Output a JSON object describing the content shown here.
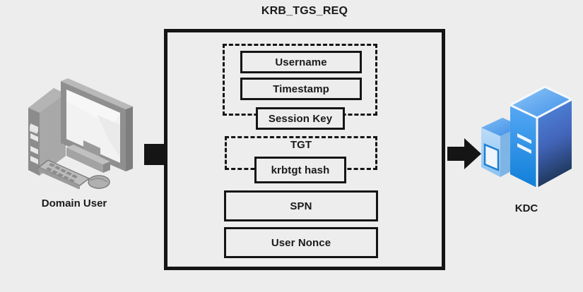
{
  "diagram": {
    "title": "KRB_TGS_REQ",
    "background_color": "#ededed",
    "line_color": "#151515"
  },
  "endpoints": {
    "left": {
      "label": "Domain User",
      "icon": "desktop-computer-icon"
    },
    "right": {
      "label": "KDC",
      "icon": "server-tower-icon",
      "accent_color": "#2f86e8"
    }
  },
  "connectors": {
    "left_stub": "connector-stub",
    "right_arrow": "arrow-right-icon"
  },
  "packet": {
    "groups": [
      {
        "name": "authenticator",
        "label": "",
        "style": "dashed",
        "fields": [
          "Username",
          "Timestamp"
        ]
      },
      {
        "name": "tgt",
        "label": "TGT",
        "style": "dashed",
        "fields": [
          "krbtgt hash"
        ]
      }
    ],
    "fields": {
      "username": "Username",
      "timestamp": "Timestamp",
      "session_key": "Session Key",
      "tgt_label": "TGT",
      "krbtgt_hash": "krbtgt hash",
      "spn": "SPN",
      "user_nonce": "User Nonce"
    }
  }
}
